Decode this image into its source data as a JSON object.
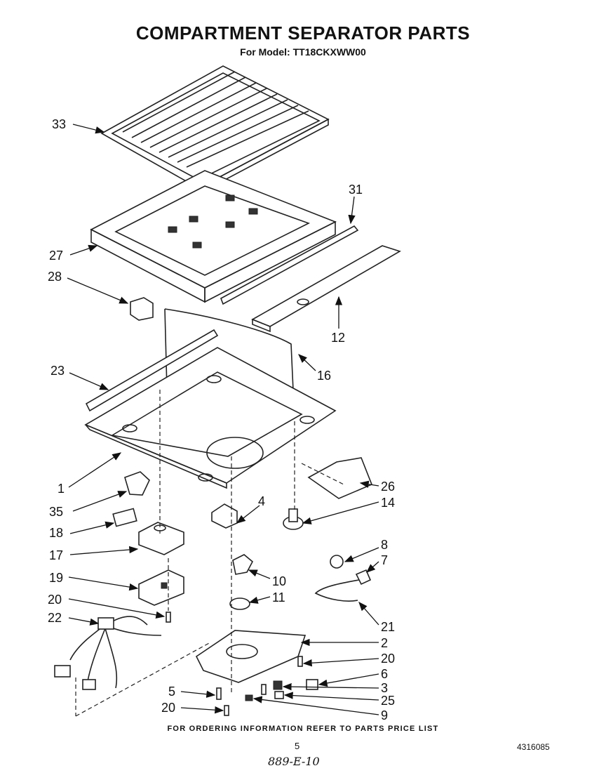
{
  "header": {
    "title": "COMPARTMENT SEPARATOR PARTS",
    "subtitle": "For Model: TT18CKXWW00"
  },
  "callouts": {
    "c33": "33",
    "c31": "31",
    "c27": "27",
    "c28": "28",
    "c12": "12",
    "c23": "23",
    "c16": "16",
    "c1": "1",
    "c26": "26",
    "c35": "35",
    "c4": "4",
    "c14": "14",
    "c18": "18",
    "c17": "17",
    "c8": "8",
    "c7": "7",
    "c19": "19",
    "c10": "10",
    "c20a": "20",
    "c11": "11",
    "c22": "22",
    "c21": "21",
    "c2": "2",
    "c20b": "20",
    "c6": "6",
    "c3": "3",
    "c5": "5",
    "c25": "25",
    "c20c": "20",
    "c9": "9"
  },
  "footer": {
    "note": "FOR ORDERING INFORMATION REFER TO PARTS PRICE LIST",
    "page_number": "5",
    "document_number": "4316085",
    "handwritten": "889-E-10"
  }
}
